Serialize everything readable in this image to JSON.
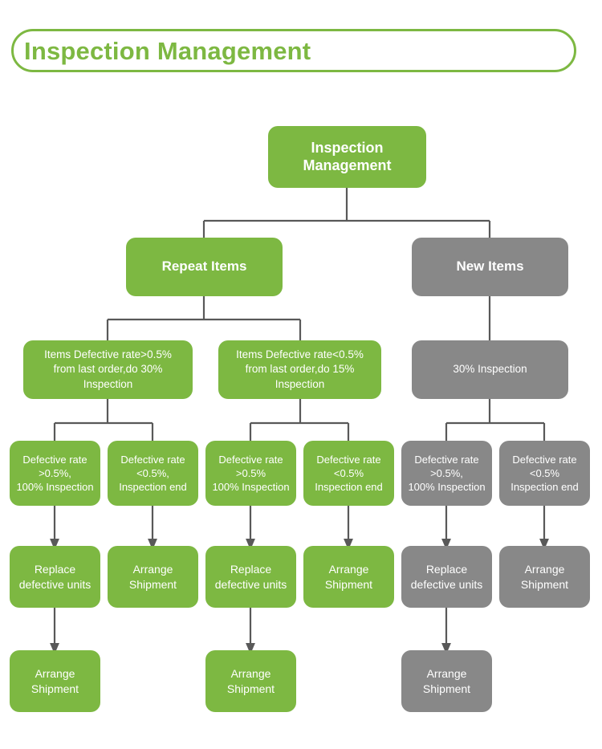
{
  "header": {
    "title": "Inspection Management"
  },
  "colors": {
    "green": "#7DB842",
    "gray": "#888888",
    "connector": "#595959",
    "header_text": "#7DB842"
  },
  "chart_data": {
    "type": "diagram",
    "title": "Inspection Management",
    "orientation": "top-down tree"
  },
  "nodes": {
    "root": {
      "label": "Inspection\nManagement",
      "color": "green"
    },
    "repeat_items": {
      "label": "Repeat Items",
      "color": "green"
    },
    "new_items": {
      "label": "New Items",
      "color": "gray"
    },
    "repeat_gt": {
      "label": "Items Defective rate>0.5%\nfrom last order,do 30%\nInspection",
      "color": "green"
    },
    "repeat_lt": {
      "label": "Items Defective rate<0.5%\nfrom last order,do 15%\nInspection",
      "color": "green"
    },
    "new_30": {
      "label": "30% Inspection",
      "color": "gray"
    },
    "b1": {
      "label": "Defective rate\n>0.5%,\n100% Inspection",
      "color": "green"
    },
    "b2": {
      "label": "Defective rate\n<0.5%,\nInspection end",
      "color": "green"
    },
    "b3": {
      "label": "Defective rate\n>0.5%\n100% Inspection",
      "color": "green"
    },
    "b4": {
      "label": "Defective rate\n<0.5%\nInspection end",
      "color": "green"
    },
    "b5": {
      "label": "Defective rate\n>0.5%,\n100% Inspection",
      "color": "gray"
    },
    "b6": {
      "label": "Defective rate\n<0.5%\nInspection end",
      "color": "gray"
    },
    "r1": {
      "label": "Replace\ndefective units",
      "color": "green"
    },
    "r2": {
      "label": "Arrange\nShipment",
      "color": "green"
    },
    "r3": {
      "label": "Replace\ndefective units",
      "color": "green"
    },
    "r4": {
      "label": "Arrange\nShipment",
      "color": "green"
    },
    "r5": {
      "label": "Replace\ndefective units",
      "color": "gray"
    },
    "r6": {
      "label": "Arrange\nShipment",
      "color": "gray"
    },
    "s1": {
      "label": "Arrange\nShipment",
      "color": "green"
    },
    "s2": {
      "label": "Arrange\nShipment",
      "color": "green"
    },
    "s3": {
      "label": "Arrange\nShipment",
      "color": "gray"
    }
  }
}
